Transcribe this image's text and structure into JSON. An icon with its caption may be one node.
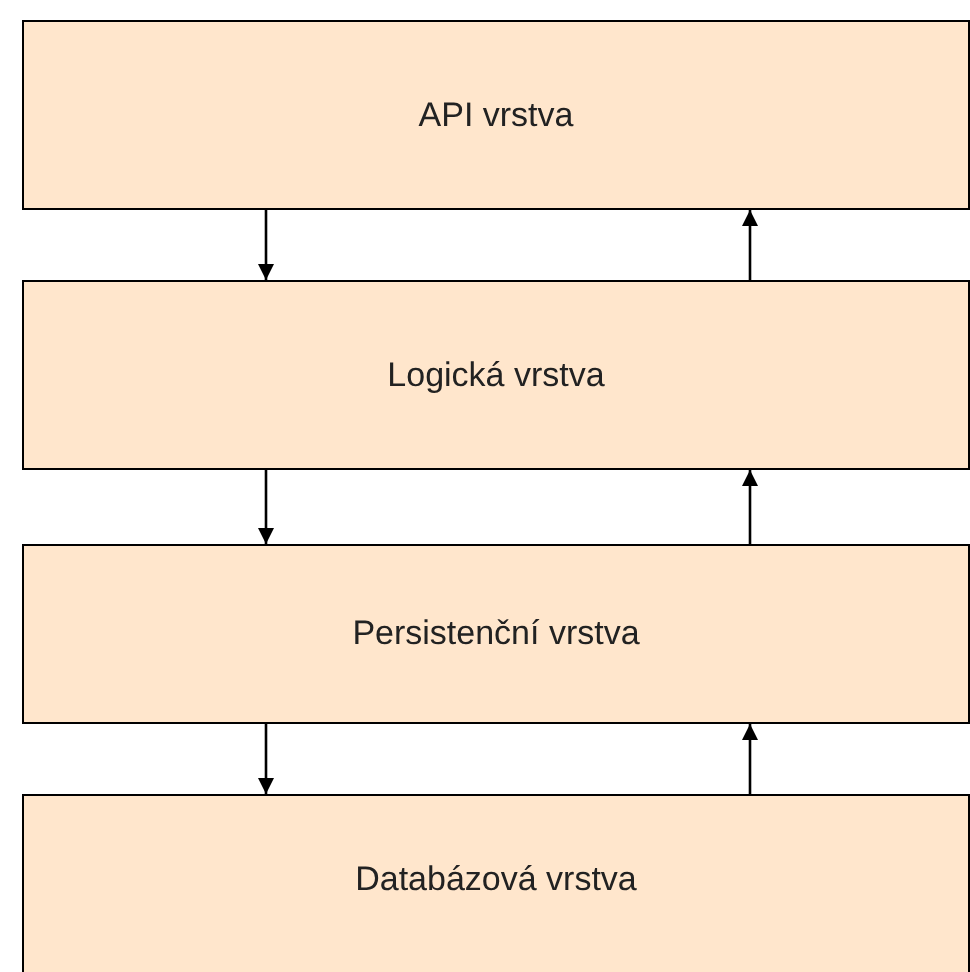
{
  "diagram": {
    "nodes": [
      {
        "text": [
          "API vrstva"
        ]
      },
      {
        "text": [
          "Logická vrstva"
        ]
      },
      {
        "text": [
          "Persistenční vrstva"
        ]
      },
      {
        "text": [
          "Databázová vrstva"
        ]
      }
    ],
    "edges": [
      {
        "from": 0,
        "to": 1,
        "arrow": "to"
      },
      {
        "from": 1,
        "to": 0,
        "arrow": "to"
      },
      {
        "from": 1,
        "to": 2,
        "arrow": "to"
      },
      {
        "from": 2,
        "to": 1,
        "arrow": "to"
      },
      {
        "from": 2,
        "to": 3,
        "arrow": "to"
      },
      {
        "from": 3,
        "to": 2,
        "arrow": "to"
      }
    ]
  }
}
